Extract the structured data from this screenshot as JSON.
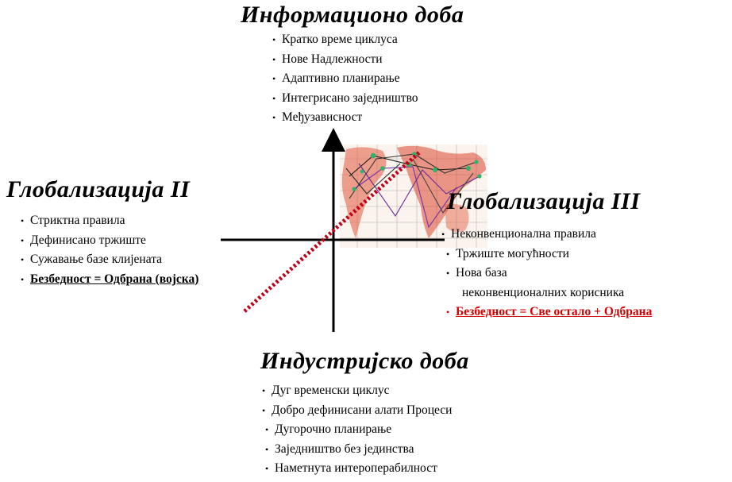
{
  "diagram": {
    "top": {
      "heading": "Информационо доба",
      "items": [
        "Кратко време циклуса",
        "Нове Надлежности",
        "Адаптивно планирање",
        "Интегрисано заједништво",
        "Међузависност"
      ]
    },
    "left": {
      "heading": "Глобализација II",
      "items": [
        "Стриктна правила",
        "Дефинисано тржиште",
        "Сужавање базе клијената",
        "Безбедност = Одбрана (војска)"
      ]
    },
    "right": {
      "heading": "Глобализација III",
      "items": [
        "Неконвенционална правила",
        "Тржиште могућности",
        "Нова база",
        "неконвенционалних корисника",
        "Безбедност = Све остало + Одбрана"
      ]
    },
    "bottom": {
      "heading": "Индустријско доба",
      "items": [
        "Дуг временски циклус",
        "Добро дефинисани алати Процеси",
        "Дугорочно планирање",
        "Заједништво без јединства",
        "Наметнута интероперабилност"
      ]
    },
    "bullet": "•",
    "colors": {
      "emphasis_red": "#d40000",
      "dotted_line": "#c0001a",
      "map_red": "#d8341c"
    }
  }
}
